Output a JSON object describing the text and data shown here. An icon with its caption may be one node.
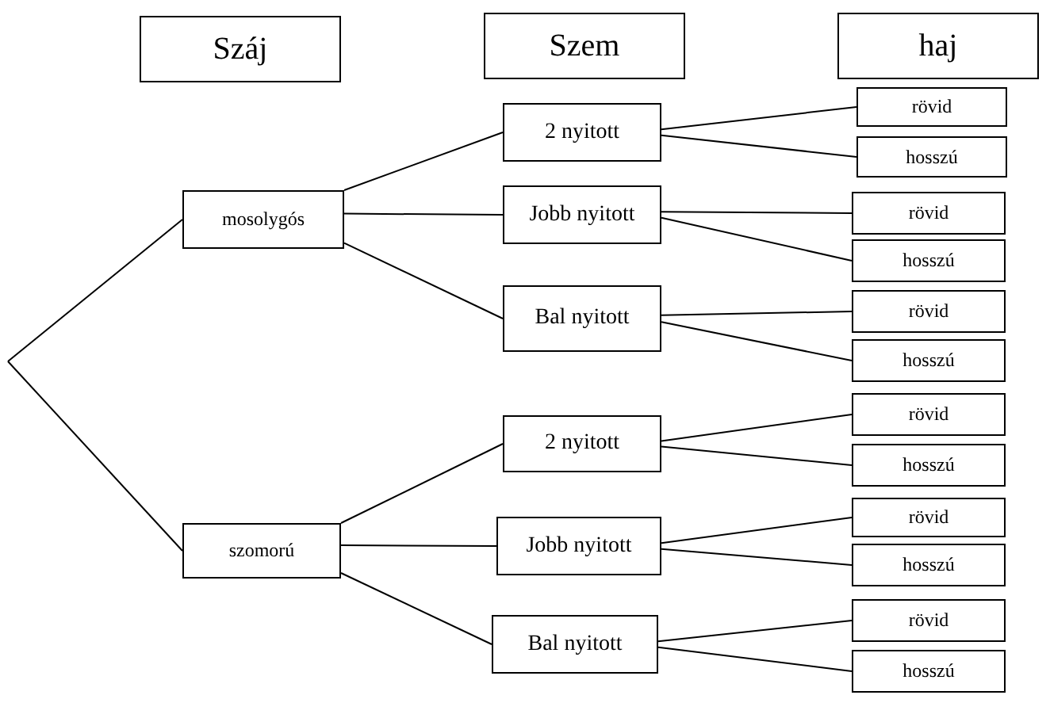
{
  "diagram": {
    "nodes": [
      {
        "text": [
          "Száj"
        ]
      },
      {
        "text": [
          "Szem"
        ]
      },
      {
        "text": [
          "haj"
        ]
      },
      {
        "text": [
          "mosolygós"
        ]
      },
      {
        "text": [
          "2 nyitott"
        ]
      },
      {
        "text": [
          "rövid"
        ]
      },
      {
        "text": [
          "hosszú"
        ]
      },
      {
        "text": [
          "Jobb nyitott"
        ]
      },
      {
        "text": [
          "rövid"
        ]
      },
      {
        "text": [
          "hosszú"
        ]
      },
      {
        "text": [
          "Bal nyitott"
        ]
      },
      {
        "text": [
          "rövid"
        ]
      },
      {
        "text": [
          "hosszú"
        ]
      },
      {
        "text": [
          "szomorú"
        ]
      },
      {
        "text": [
          "2 nyitott"
        ]
      },
      {
        "text": [
          "rövid"
        ]
      },
      {
        "text": [
          "hosszú"
        ]
      },
      {
        "text": [
          "Jobb nyitott"
        ]
      },
      {
        "text": [
          "rövid"
        ]
      },
      {
        "text": [
          "hosszú"
        ]
      },
      {
        "text": [
          "Bal nyitott"
        ]
      },
      {
        "text": [
          "rövid"
        ]
      },
      {
        "text": [
          "hosszú"
        ]
      }
    ],
    "edges": [
      {
        "from": null,
        "to": 3,
        "arrow": "none"
      },
      {
        "from": null,
        "to": 13,
        "arrow": "none"
      },
      {
        "from": 3,
        "to": 4,
        "arrow": "none"
      },
      {
        "from": 3,
        "to": 7,
        "arrow": "none"
      },
      {
        "from": 3,
        "to": 10,
        "arrow": "none"
      },
      {
        "from": 4,
        "to": 5,
        "arrow": "none"
      },
      {
        "from": 4,
        "to": 6,
        "arrow": "none"
      },
      {
        "from": 7,
        "to": 8,
        "arrow": "none"
      },
      {
        "from": 7,
        "to": 9,
        "arrow": "none"
      },
      {
        "from": 10,
        "to": 11,
        "arrow": "none"
      },
      {
        "from": 10,
        "to": 12,
        "arrow": "none"
      },
      {
        "from": 13,
        "to": 14,
        "arrow": "none"
      },
      {
        "from": 13,
        "to": 17,
        "arrow": "none"
      },
      {
        "from": 13,
        "to": 20,
        "arrow": "none"
      },
      {
        "from": 14,
        "to": 15,
        "arrow": "none"
      },
      {
        "from": 14,
        "to": 16,
        "arrow": "none"
      },
      {
        "from": 17,
        "to": 18,
        "arrow": "none"
      },
      {
        "from": 17,
        "to": 19,
        "arrow": "none"
      },
      {
        "from": 20,
        "to": 21,
        "arrow": "none"
      },
      {
        "from": 20,
        "to": 22,
        "arrow": "none"
      }
    ]
  }
}
